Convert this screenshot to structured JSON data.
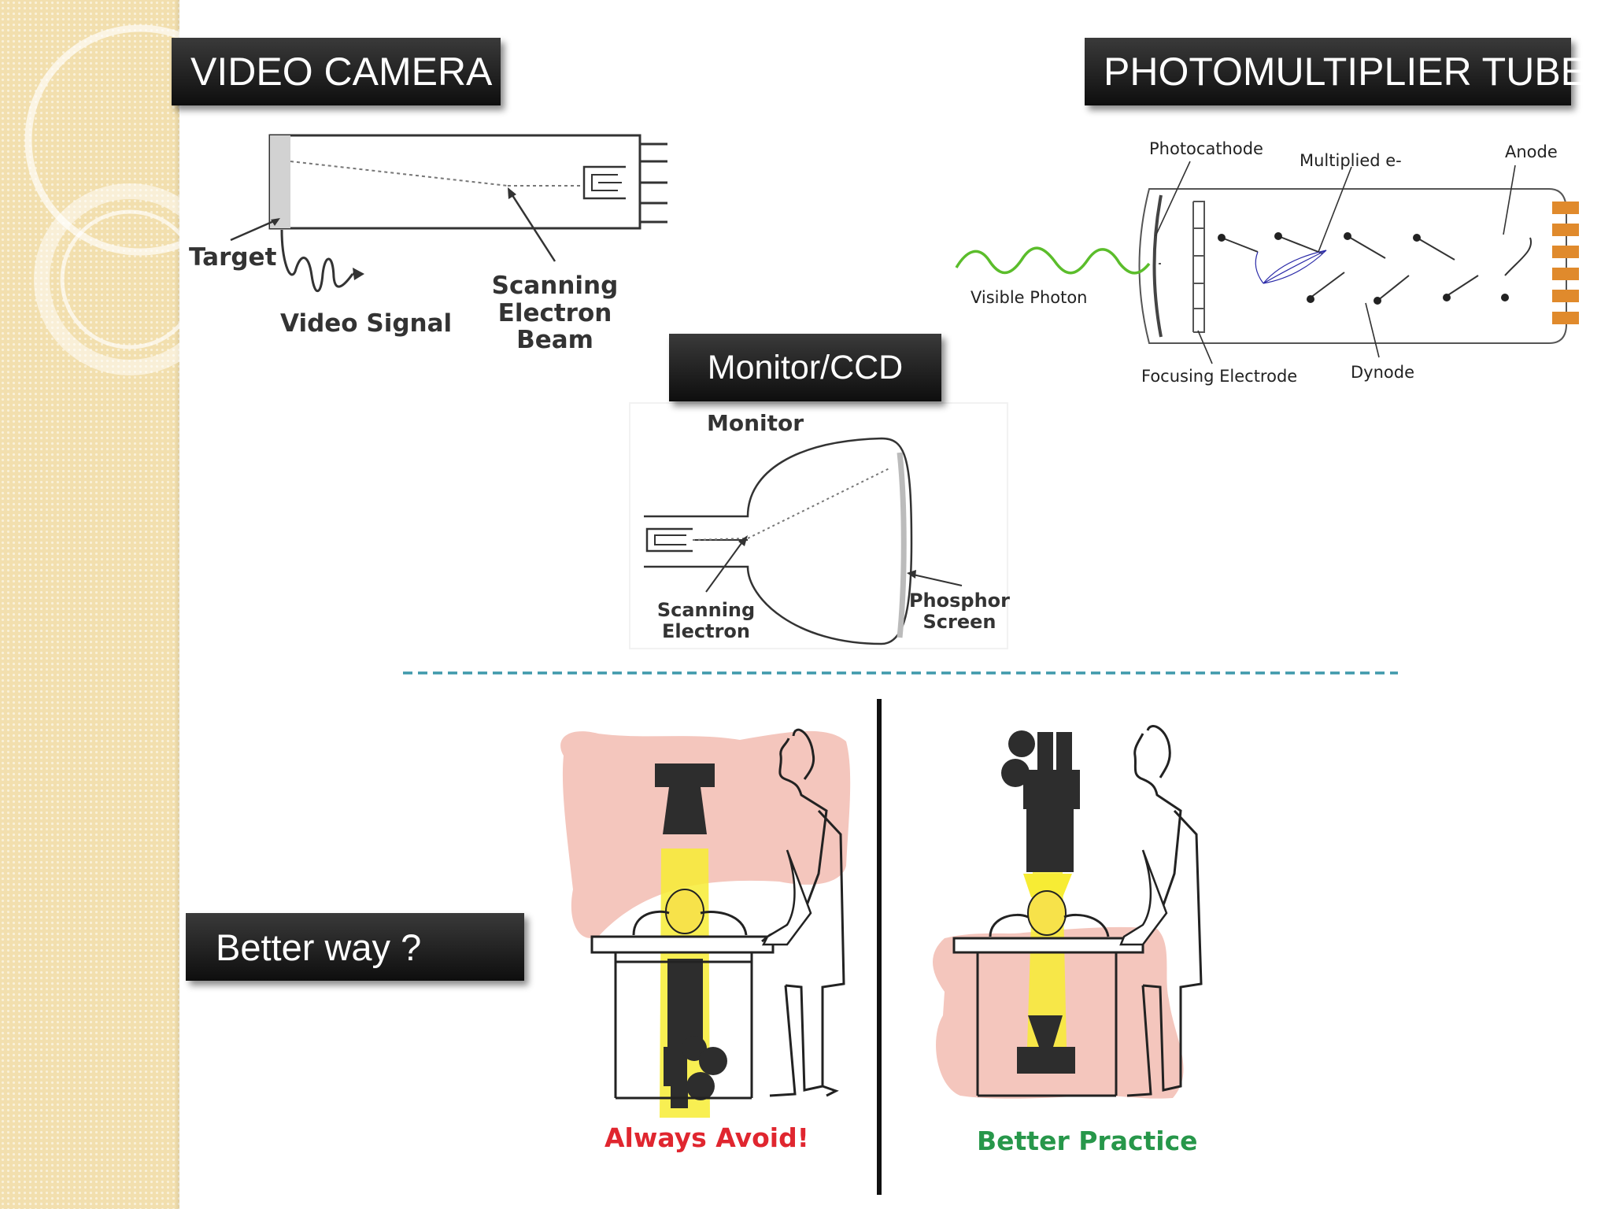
{
  "headings": {
    "video_camera": "VIDEO CAMERA",
    "photomultiplier": "PHOTOMULTIPLIER TUBE",
    "monitor_ccd": "Monitor/CCD",
    "better_way": "Better way ?"
  },
  "video_camera_diagram": {
    "target": "Target",
    "video_signal": "Video Signal",
    "scanning_electron_beam": [
      "Scanning",
      "Electron",
      "Beam"
    ]
  },
  "monitor_diagram": {
    "title": "Monitor",
    "scanning_electron": [
      "Scanning",
      "Electron"
    ],
    "phosphor_screen": [
      "Phosphor",
      "Screen"
    ]
  },
  "pmt_diagram": {
    "photocathode": "Photocathode",
    "multiplied": "Multiplied e-",
    "anode": "Anode",
    "visible_photon": "Visible Photon",
    "focusing_electrode": "Focusing Electrode",
    "dynode": "Dynode"
  },
  "comparison": {
    "avoid_caption": "Always Avoid!",
    "better_caption": "Better Practice"
  },
  "colors": {
    "avoid": "#e0262f",
    "better": "#27974a",
    "photon_wave": "#5bbd2b",
    "pmt_pins": "#e08a2c",
    "scatter_cloud": "#f4c6bd",
    "beam": "#f7ec34",
    "divider": "#3f99ab"
  }
}
